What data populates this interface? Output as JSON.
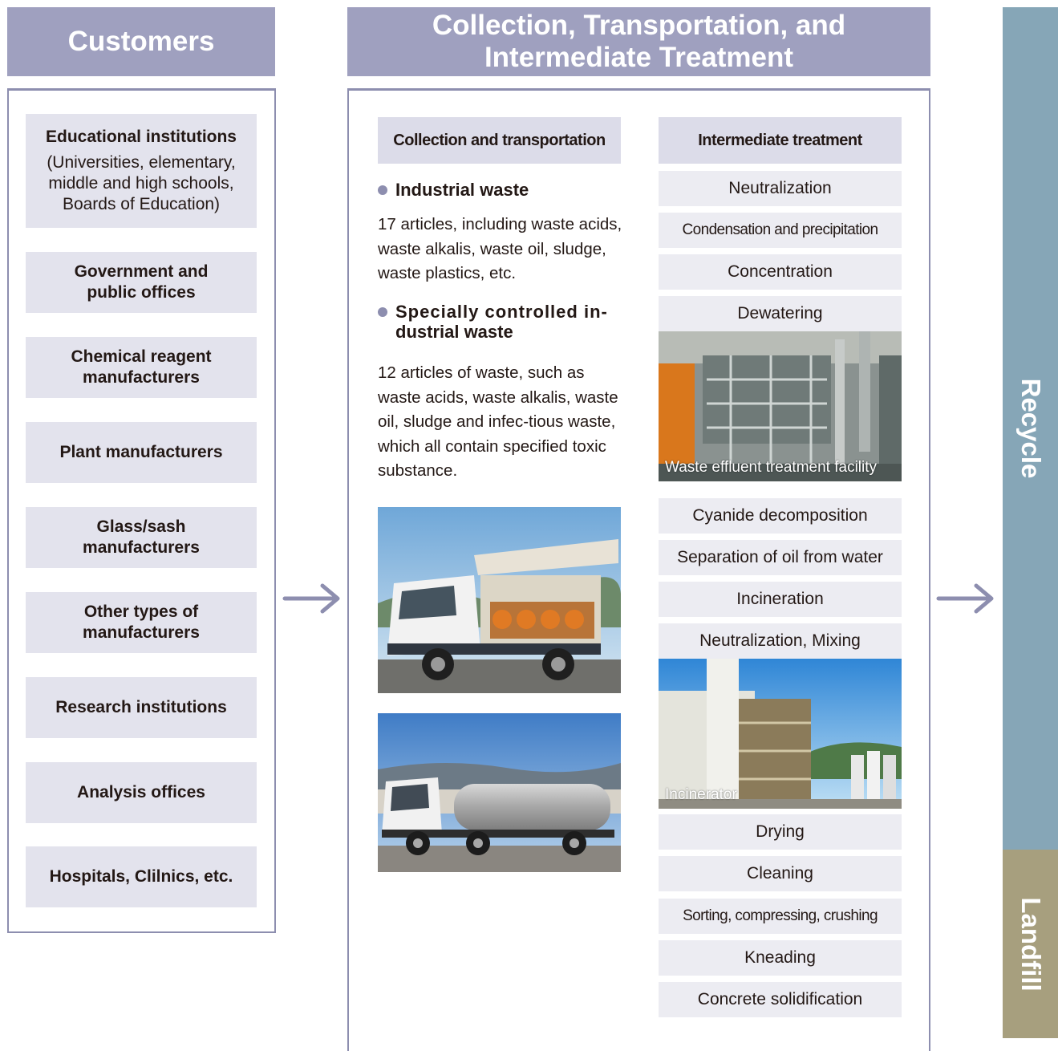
{
  "headers": {
    "customers": "Customers",
    "collection_line1": "Collection, Transportation, and",
    "collection_line2": "Intermediate Treatment"
  },
  "customers": [
    {
      "title": "Educational institutions",
      "sub1": "(Universities, elementary,",
      "sub2": "middle and high schools,",
      "sub3": "Boards of Education)"
    },
    {
      "title1": "Government and",
      "title2": "public offices"
    },
    {
      "title1": "Chemical reagent",
      "title2": "manufacturers"
    },
    {
      "title1": "Plant manufacturers"
    },
    {
      "title1": "Glass/sash",
      "title2": "manufacturers"
    },
    {
      "title1": "Other types of",
      "title2": "manufacturers"
    },
    {
      "title1": "Research institutions"
    },
    {
      "title1": "Analysis offices"
    },
    {
      "title1": "Hospitals, Clilnics, etc."
    }
  ],
  "collection": {
    "heading": "Collection and transportation",
    "industrial_heading": "Industrial waste",
    "industrial_text": "17 articles, including waste acids, waste alkalis, waste oil, sludge, waste plastics, etc.",
    "special_heading_line1": "Specially controlled in-",
    "special_heading_line2": "dustrial waste",
    "special_text": "12 articles of waste, such as waste acids, waste alkalis, waste oil, sludge and infec-tious waste, which all contain specified toxic substance."
  },
  "treatment": {
    "heading": "Intermediate treatment",
    "items_top": [
      "Neutralization",
      "Condensation and precipitation",
      "Concentration",
      "Dewatering"
    ],
    "photo1_caption": "Waste effluent treatment facility",
    "items_mid": [
      "Cyanide decomposition",
      "Separation of oil from water",
      "Incineration",
      "Neutralization, Mixing"
    ],
    "photo2_caption": "Incinerator",
    "items_bottom": [
      "Drying",
      "Cleaning",
      "Sorting, compressing, crushing",
      "Kneading",
      "Concrete solidification"
    ]
  },
  "outputs": {
    "recycle": "Recycle",
    "landfill": "Landfill"
  },
  "colors": {
    "header": "#9fa0bf",
    "box": "#e3e3ed",
    "recycle": "#86a6b7",
    "landfill": "#a79f7e",
    "arrow": "#8d8eaf"
  }
}
